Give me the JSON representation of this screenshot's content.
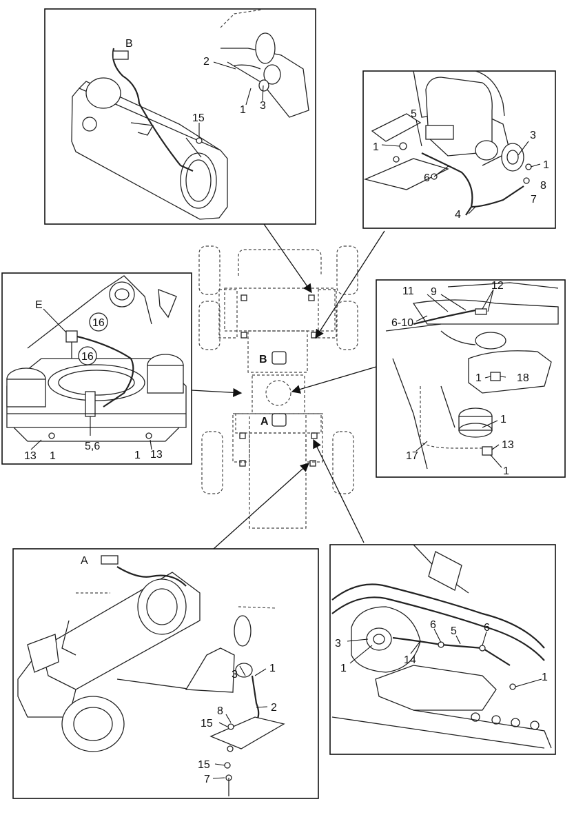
{
  "detail_top_left": {
    "letter": "B",
    "callouts": [
      "2",
      "1",
      "3",
      "15"
    ]
  },
  "detail_top_right": {
    "callouts": [
      "5",
      "1",
      "6",
      "3",
      "1",
      "8",
      "7",
      "4"
    ]
  },
  "detail_mid_left": {
    "letter": "E",
    "callouts": [
      "16",
      "16",
      "13",
      "1",
      "5,6",
      "1",
      "13"
    ]
  },
  "detail_mid_right": {
    "callouts": [
      "11",
      "9",
      "12",
      "6-10",
      "1",
      "18",
      "1",
      "13",
      "17",
      "1"
    ]
  },
  "machine": {
    "marker_b": "B",
    "marker_a": "A"
  },
  "detail_bottom_left": {
    "letter": "A",
    "callouts": [
      "1",
      "3",
      "8",
      "2",
      "15",
      "15",
      "7"
    ]
  },
  "detail_bottom_right": {
    "callouts": [
      "6",
      "5",
      "6",
      "3",
      "1",
      "14",
      "1"
    ]
  }
}
